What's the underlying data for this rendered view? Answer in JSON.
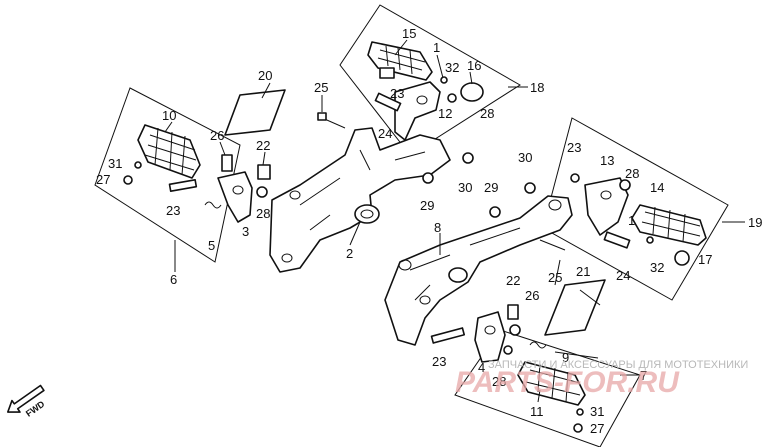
{
  "watermark": {
    "line1": "ЗАПЧАСТИ И АКСЕССУАРЫ ДЛЯ МОТОТЕХНИКИ",
    "brand": "PARTS-FOR.RU"
  },
  "direction_label": "FWD",
  "callouts": [
    {
      "id": "c1",
      "text": "1"
    },
    {
      "id": "c15",
      "text": "15"
    },
    {
      "id": "c32a",
      "text": "32"
    },
    {
      "id": "c16",
      "text": "16"
    },
    {
      "id": "c18",
      "text": "18"
    },
    {
      "id": "c23a",
      "text": "23"
    },
    {
      "id": "c12",
      "text": "12"
    },
    {
      "id": "c28a",
      "text": "28"
    },
    {
      "id": "c24a",
      "text": "24"
    },
    {
      "id": "c20",
      "text": "20"
    },
    {
      "id": "c25a",
      "text": "25"
    },
    {
      "id": "c10",
      "text": "10"
    },
    {
      "id": "c26a",
      "text": "26"
    },
    {
      "id": "c22a",
      "text": "22"
    },
    {
      "id": "c31a",
      "text": "31"
    },
    {
      "id": "c27a",
      "text": "27"
    },
    {
      "id": "c23b",
      "text": "23"
    },
    {
      "id": "c28b",
      "text": "28"
    },
    {
      "id": "c3",
      "text": "3"
    },
    {
      "id": "c5",
      "text": "5"
    },
    {
      "id": "c6",
      "text": "6"
    },
    {
      "id": "c2",
      "text": "2"
    },
    {
      "id": "c29a",
      "text": "29"
    },
    {
      "id": "c30a",
      "text": "30"
    },
    {
      "id": "c29b",
      "text": "29"
    },
    {
      "id": "c30b",
      "text": "30"
    },
    {
      "id": "c23c",
      "text": "23"
    },
    {
      "id": "c13",
      "text": "13"
    },
    {
      "id": "c28c",
      "text": "28"
    },
    {
      "id": "c14",
      "text": "14"
    },
    {
      "id": "c19",
      "text": "19"
    },
    {
      "id": "c1b",
      "text": "1"
    },
    {
      "id": "c24b",
      "text": "24"
    },
    {
      "id": "c32b",
      "text": "32"
    },
    {
      "id": "c17",
      "text": "17"
    },
    {
      "id": "c8",
      "text": "8"
    },
    {
      "id": "c25b",
      "text": "25"
    },
    {
      "id": "c21",
      "text": "21"
    },
    {
      "id": "c22b",
      "text": "22"
    },
    {
      "id": "c26b",
      "text": "26"
    },
    {
      "id": "c23d",
      "text": "23"
    },
    {
      "id": "c4",
      "text": "4"
    },
    {
      "id": "c9",
      "text": "9"
    },
    {
      "id": "c28d",
      "text": "28"
    },
    {
      "id": "c7",
      "text": "7"
    },
    {
      "id": "c11",
      "text": "11"
    },
    {
      "id": "c31b",
      "text": "31"
    },
    {
      "id": "c27b",
      "text": "27"
    }
  ]
}
